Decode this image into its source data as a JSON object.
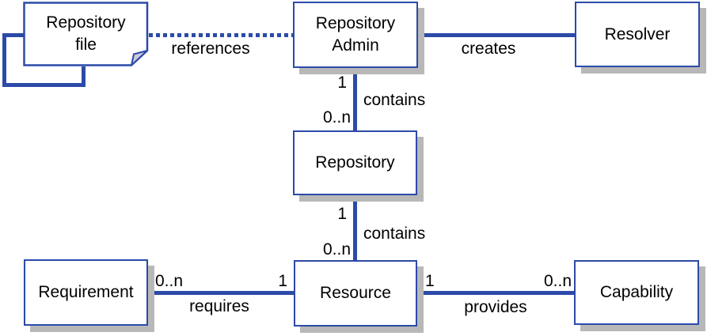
{
  "diagram_type": "uml-class-diagram",
  "colors": {
    "line": "#2c4aa8",
    "shadow": "#b8b8b8",
    "node_fill": "#ffffff",
    "text": "#000000",
    "fold_fill": "#ccccdd"
  },
  "nodes": [
    {
      "id": "repository-file",
      "kind": "note",
      "lines": [
        "Repository",
        "file"
      ]
    },
    {
      "id": "repository-admin",
      "kind": "class",
      "lines": [
        "Repository",
        "Admin"
      ]
    },
    {
      "id": "resolver",
      "kind": "class",
      "lines": [
        "Resolver"
      ]
    },
    {
      "id": "repository",
      "kind": "class",
      "lines": [
        "Repository"
      ]
    },
    {
      "id": "requirement",
      "kind": "class",
      "lines": [
        "Requirement"
      ]
    },
    {
      "id": "resource",
      "kind": "class",
      "lines": [
        "Resource"
      ]
    },
    {
      "id": "capability",
      "kind": "class",
      "lines": [
        "Capability"
      ]
    }
  ],
  "edges": [
    {
      "id": "references",
      "from": "repository-file",
      "to": "repository-admin",
      "style": "dotted",
      "label": "references"
    },
    {
      "id": "creates",
      "from": "repository-admin",
      "to": "resolver",
      "style": "solid",
      "label": "creates"
    },
    {
      "id": "admin-contains-repository",
      "from": "repository-admin",
      "to": "repository",
      "style": "solid",
      "label": "contains",
      "source_multiplicity": "1",
      "target_multiplicity": "0..n"
    },
    {
      "id": "repository-contains-resource",
      "from": "repository",
      "to": "resource",
      "style": "solid",
      "label": "contains",
      "source_multiplicity": "1",
      "target_multiplicity": "0..n"
    },
    {
      "id": "requirement-requires-resource",
      "from": "requirement",
      "to": "resource",
      "style": "solid",
      "label": "requires",
      "source_multiplicity": "0..n",
      "target_multiplicity": "1"
    },
    {
      "id": "resource-provides-capability",
      "from": "resource",
      "to": "capability",
      "style": "solid",
      "label": "provides",
      "source_multiplicity": "1",
      "target_multiplicity": "0..n"
    },
    {
      "id": "repository-file-self-reference",
      "from": "repository-file",
      "to": "repository-file",
      "style": "solid",
      "label": ""
    }
  ]
}
